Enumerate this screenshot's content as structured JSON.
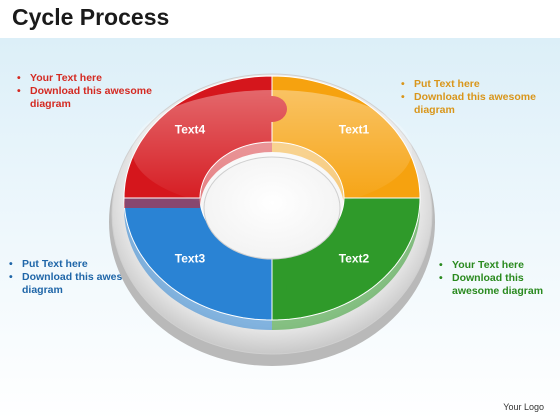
{
  "title": "Cycle Process",
  "segments": [
    {
      "label": "Text1",
      "color": "#f6a20f"
    },
    {
      "label": "Text2",
      "color": "#2f9a2a"
    },
    {
      "label": "Text3",
      "color": "#2a83d4"
    },
    {
      "label": "Text4",
      "color": "#d5161c"
    }
  ],
  "notes": {
    "top_left": [
      "Your Text here",
      "Download this awesome diagram"
    ],
    "top_right": [
      "Put Text here",
      "Download this awesome diagram"
    ],
    "bottom_left": [
      "Put Text  here",
      "Download this awesome diagram"
    ],
    "bottom_right": [
      "Your Text here",
      "Download this awesome diagram"
    ]
  },
  "logo": "Your Logo"
}
